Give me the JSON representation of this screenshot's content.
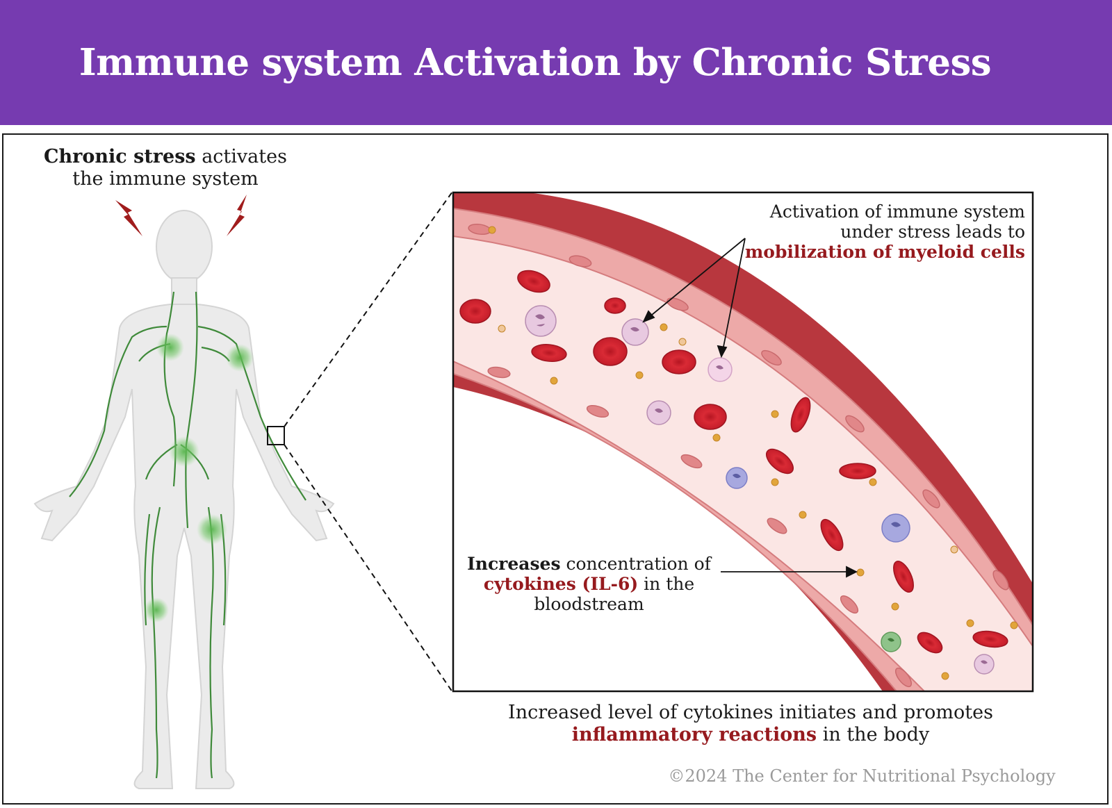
{
  "title": "Immune system Activation by Chronic Stress",
  "stress_note": {
    "bold": "Chronic stress",
    "rest_line1": " activates",
    "line2": "the immune system"
  },
  "myeloid_note": {
    "line1": "Activation of immune system",
    "line2": "under stress leads to",
    "highlight": "mobilization of myeloid cells"
  },
  "cytokine_note": {
    "bold": "Increases",
    "rest_line1": " concentration of",
    "highlight": "cytokines (IL-6)",
    "rest_line2": " in the",
    "line3": "bloodstream"
  },
  "bottom_note": {
    "line1": "Increased level of cytokines initiates and promotes",
    "highlight": "inflammatory reactions",
    "rest_line2": " in the body"
  },
  "copyright": "©2024 The Center for Nutritional Psychology",
  "colors": {
    "header": "#763bb0",
    "highlight_red": "#961a1e",
    "vessel_wall": "#b8373e",
    "lymph_green": "#3f8a3a",
    "lightning": "#a01c1c"
  },
  "icons": [
    "lightning-bolt-icon",
    "human-body-figure",
    "blood-vessel-illustration",
    "red-blood-cell",
    "myeloid-cell",
    "cytokine-dot"
  ]
}
